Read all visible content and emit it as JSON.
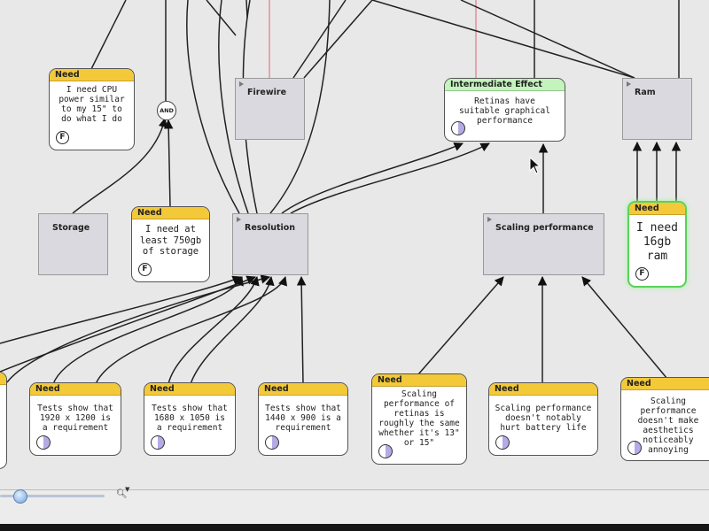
{
  "canvas": {
    "groups": {
      "firewire": "Firewire",
      "ram": "Ram",
      "storage": "Storage",
      "resolution": "Resolution",
      "scaling": "Scaling performance"
    },
    "and_gate": "AND",
    "intermediate": {
      "header": "Intermediate Effect",
      "text": "Retinas have suitable graphical performance"
    },
    "needs": {
      "cpu": {
        "header": "Need",
        "text": "I need CPU power similar to my 15\" to do what I do",
        "badge": "F"
      },
      "storage": {
        "header": "Need",
        "text": "I need at least 750gb of storage",
        "badge": "F"
      },
      "ram": {
        "header": "Need",
        "text": "I need 16gb ram",
        "badge": "F"
      },
      "res1920": {
        "header": "Need",
        "text": "Tests show that 1920 x 1200 is a requirement"
      },
      "res1680": {
        "header": "Need",
        "text": "Tests show that 1680 x 1050 is a requirement"
      },
      "res1440": {
        "header": "Need",
        "text": "Tests show that 1440 x 900 is a requirement"
      },
      "scaling_retina": {
        "header": "Need",
        "text": "Scaling performance of retinas is roughly the same whether it's 13\" or 15\""
      },
      "scaling_battery": {
        "header": "Need",
        "text": "Scaling performance doesn't notably hurt battery life"
      },
      "scaling_aesthetics": {
        "header": "Need",
        "text": "Scaling performance doesn't make aesthetics noticeably annoying"
      }
    }
  },
  "bottom_bar": {
    "zoom_level": 0.15,
    "zoom_icon": "magnifier-icon"
  },
  "colors": {
    "need_header": "#f3c93a",
    "intermediate_header": "#c4f3bd",
    "selected_glow": "#5bd15b",
    "group_fill": "#d9d9df",
    "accent_red": "#e0607a"
  },
  "icons": [
    "disclosure-triangle-icon",
    "forced-f-icon",
    "half-filled-circle-icon",
    "mouse-pointer-icon",
    "magnifier-icon"
  ]
}
